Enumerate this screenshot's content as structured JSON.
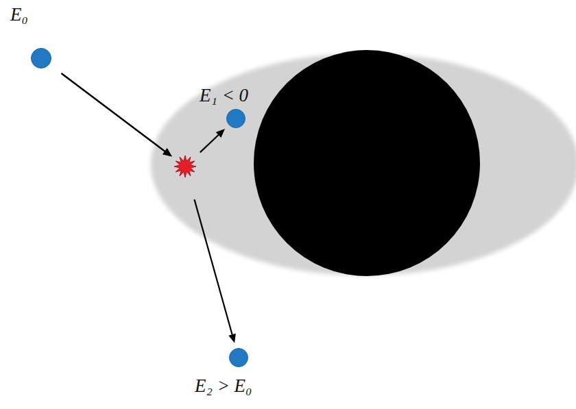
{
  "diagram": {
    "nodes": [
      {
        "text": [
          "E₀"
        ]
      },
      {
        "text": [
          "E₁ < 0"
        ]
      },
      {
        "text": [
          "E₂ > E₀"
        ]
      }
    ],
    "edges": [
      {
        "from": 0,
        "to": 1,
        "arrow": "to"
      },
      {
        "from": 0,
        "to": 2,
        "arrow": "to"
      }
    ]
  }
}
